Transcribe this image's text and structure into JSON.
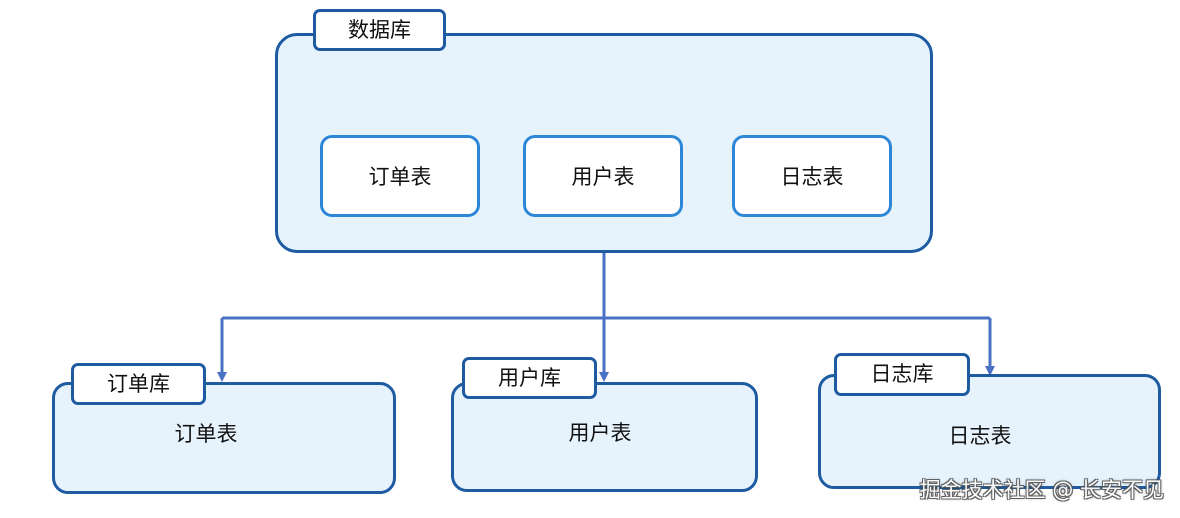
{
  "colors": {
    "container_border": "#1e5ba1",
    "container_fill": "#e6f3fd",
    "table_border": "#2e87d6",
    "connector": "#4a72c4"
  },
  "database": {
    "tag": "数据库",
    "tables": [
      "订单表",
      "用户表",
      "日志表"
    ]
  },
  "shards": [
    {
      "tag": "订单库",
      "table": "订单表"
    },
    {
      "tag": "用户库",
      "table": "用户表"
    },
    {
      "tag": "日志库",
      "table": "日志表"
    }
  ],
  "watermark": "掘金技术社区 @ 长安不见"
}
